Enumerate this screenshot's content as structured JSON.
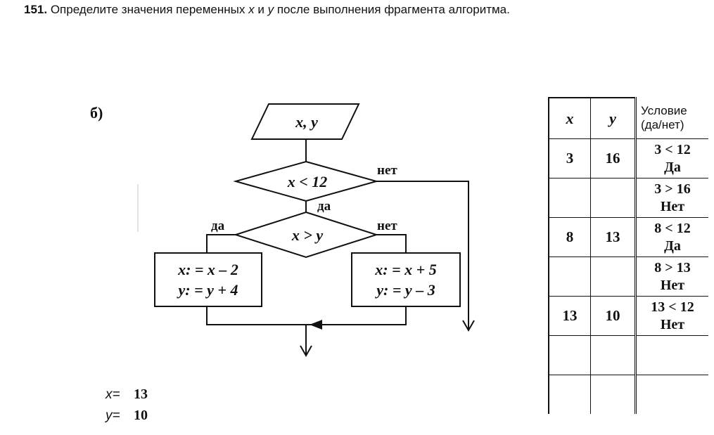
{
  "task": {
    "number": "151.",
    "text_before_x": "Определите значения переменных",
    "var_x": "x",
    "and": "и",
    "var_y": "y",
    "text_after_y": "после выполнения фрагмента алгоритма."
  },
  "part_label": "б)",
  "flowchart": {
    "input": "x, y",
    "cond1": "x < 12",
    "cond1_yes": "да",
    "cond1_no": "нет",
    "cond2": "x > y",
    "cond2_yes": "да",
    "cond2_no": "нет",
    "left_line1": "x: = x – 2",
    "left_line2": "y: = y + 4",
    "right_line1": "x: = x + 5",
    "right_line2": "y: = y – 3"
  },
  "answers": {
    "x_label": "x=",
    "x_value": "13",
    "y_label": "y=",
    "y_value": "10"
  },
  "trace_table": {
    "headers": {
      "x": "x",
      "y": "y",
      "condition_line1": "Условие",
      "condition_line2": "(да/нет)"
    },
    "rows": [
      {
        "x": "3",
        "y": "16",
        "cond": "3 < 12",
        "result": "Да"
      },
      {
        "x": "",
        "y": "",
        "cond": "3 > 16",
        "result": "Нет"
      },
      {
        "x": "8",
        "y": "13",
        "cond": "8 < 12",
        "result": "Да"
      },
      {
        "x": "",
        "y": "",
        "cond": "8 > 13",
        "result": "Нет"
      },
      {
        "x": "13",
        "y": "10",
        "cond": "13 < 12",
        "result": "Нет"
      },
      {
        "x": "",
        "y": "",
        "cond": "",
        "result": ""
      },
      {
        "x": "",
        "y": "",
        "cond": "",
        "result": ""
      }
    ]
  }
}
